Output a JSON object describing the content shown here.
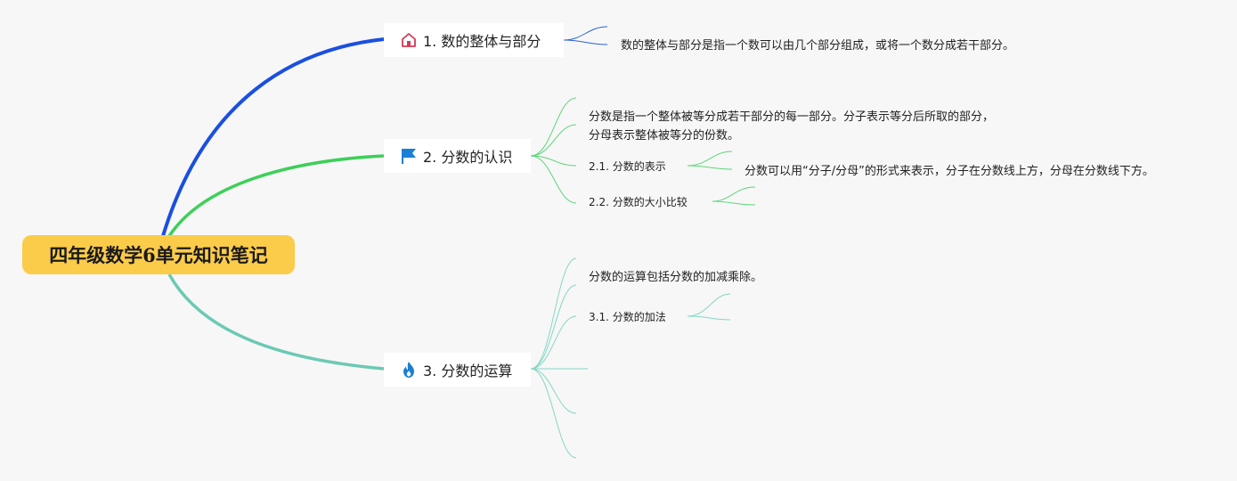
{
  "root": {
    "title": "四年级数学6单元知识笔记",
    "color": "#fbcb4a"
  },
  "topics": [
    {
      "label": "1. 数的整体与部分",
      "icon": "house-icon",
      "color": "#1a4fe0",
      "note": "数的整体与部分是指一个数可以由几个部分组成，或将一个数分成若干部分。"
    },
    {
      "label": "2. 分数的认识",
      "icon": "flag-icon",
      "color": "#3ecf5a",
      "note_line1": "分数是指一个整体被等分成若干部分的每一部分。分子表示等分后所取的部分，",
      "note_line2": "分母表示整体被等分的份数。",
      "subtopics": [
        {
          "label": "2.1. 分数的表示",
          "note": "分数可以用“分子/分母”的形式来表示，分子在分数线上方，分母在分数线下方。"
        },
        {
          "label": "2.2. 分数的大小比较"
        }
      ]
    },
    {
      "label": "3. 分数的运算",
      "icon": "flame-icon",
      "color": "#6cc9b4",
      "note": "分数的运算包括分数的加减乘除。",
      "subtopics": [
        {
          "label": "3.1. 分数的加法"
        }
      ]
    }
  ]
}
